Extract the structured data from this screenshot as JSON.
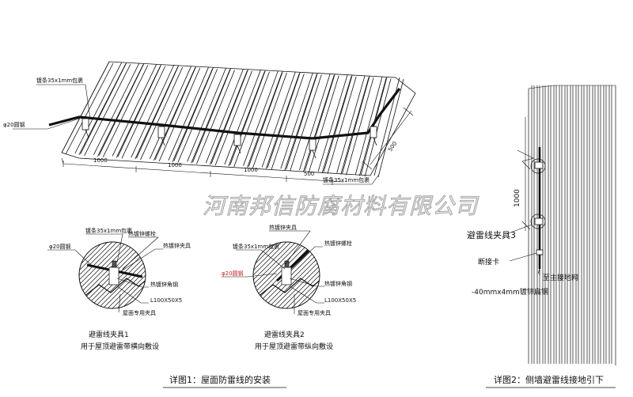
{
  "watermark": "河南邦信防腐材料有限公司",
  "roof": {
    "label_bar_top": "镀条35x1mm包裹",
    "label_bar_bottom": "镀条35x1mm包裹",
    "label_round_steel": "φ20圆钢",
    "dim_1": "1000",
    "dim_2": "1000",
    "dim_3": "1000",
    "dim_4": "500",
    "dim_side": "500"
  },
  "detail1": {
    "label_round_steel": "φ20圆钢",
    "label_bar": "镀条35x1mm包裹",
    "label_bolt": "热镀锌螺栓",
    "label_clip": "热镀锌夹具",
    "label_angle": "热镀锌角钢",
    "label_angle_size": "L100X50X5",
    "label_roof_clip": "屋面专用夹具",
    "title": "避雷线夹具1",
    "subtitle": "用于屋顶避雷带横向敷设"
  },
  "detail2": {
    "label_bar": "镀条35x1mm包裹",
    "label_round_steel": "φ20圆钢",
    "label_clip": "热镀锌夹具",
    "label_bolt": "热镀锌螺栓",
    "label_angle": "热镀锌角钢",
    "label_angle_size": "L100X50X5",
    "label_roof_clip": "屋面专用夹具",
    "title": "避雷线夹具2",
    "subtitle": "用于屋顶避雷带纵向敷设"
  },
  "wall": {
    "dim": "1000",
    "label_clip": "避雷线夹具3",
    "label_break": "断接卡",
    "label_to_grid": "至主接地网",
    "label_flat_steel": "-40mmx4mm镀锌扁钢"
  },
  "captions": {
    "left": "详图1：屋面防雷线的安装",
    "right": "详图2：侧墙避雷线接地引下"
  },
  "colors": {
    "line": "#111111",
    "accent_red": "#cc2222",
    "watermark_fill": "#e8e8e8"
  }
}
